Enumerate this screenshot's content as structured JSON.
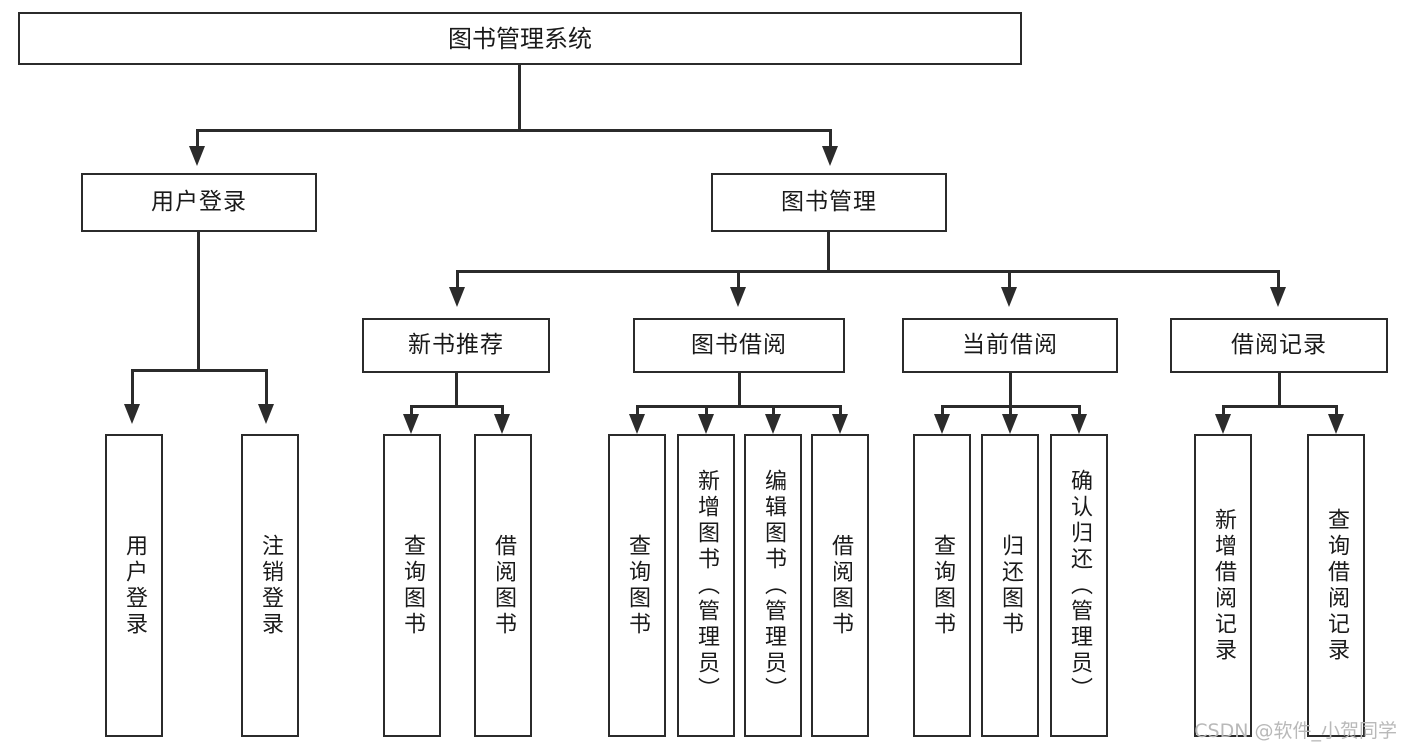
{
  "diagram": {
    "type": "tree",
    "title_node": {
      "label": "图书管理系统"
    },
    "level1": [
      {
        "label": "用户登录"
      },
      {
        "label": "图书管理"
      }
    ],
    "level2": [
      {
        "label": "新书推荐"
      },
      {
        "label": "图书借阅"
      },
      {
        "label": "当前借阅"
      },
      {
        "label": "借阅记录"
      }
    ],
    "leaves": {
      "user_login": [
        {
          "label": "用户登录"
        },
        {
          "label": "注销登录"
        }
      ],
      "new_book_recommend": [
        {
          "label": "查询图书"
        },
        {
          "label": "借阅图书"
        }
      ],
      "book_borrow": [
        {
          "label": "查询图书"
        },
        {
          "label": "新增图书（管理员）"
        },
        {
          "label": "编辑图书（管理员）"
        },
        {
          "label": "借阅图书"
        }
      ],
      "current_borrow": [
        {
          "label": "查询图书"
        },
        {
          "label": "归还图书"
        },
        {
          "label": "确认归还（管理员）"
        }
      ],
      "borrow_record": [
        {
          "label": "新增借阅记录"
        },
        {
          "label": "查询借阅记录"
        }
      ]
    }
  },
  "watermark": {
    "text": "CSDN @软件_小贺同学"
  },
  "colors": {
    "stroke": "#2b2b2b",
    "background": "#ffffff",
    "text": "#1a1a1a",
    "watermark": "#b9b9b9"
  }
}
